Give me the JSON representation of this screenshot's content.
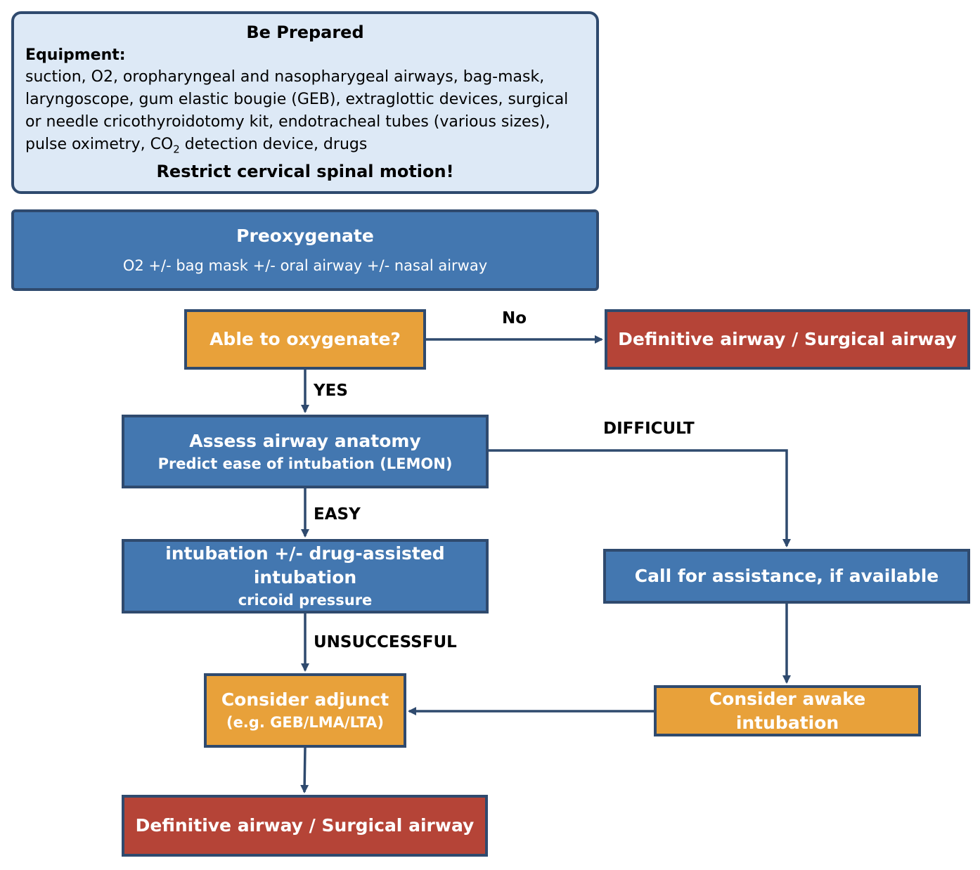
{
  "prepare": {
    "title": "Be Prepared",
    "equipment_heading": "Equipment:",
    "equipment_text_before": "suction, O2, oropharyngeal and nasopharygeal airways, bag-mask, laryngoscope, gum elastic bougie (GEB), extraglottic devices, surgical or needle cricothyroidotomy kit, endotracheal tubes (various sizes), pulse oximetry, CO",
    "equipment_subscript": "2",
    "equipment_text_after": " detection device, drugs",
    "warning": "Restrict cervical spinal motion!"
  },
  "preoxygenate": {
    "title": "Preoxygenate",
    "detail": "O2 +/- bag mask +/- oral airway +/- nasal airway"
  },
  "oxygenate_question": "Able to oxygenate?",
  "definitive_top": "Definitive airway / Surgical airway",
  "assess": {
    "title": "Assess airway anatomy",
    "detail": "Predict ease of intubation (LEMON)"
  },
  "intubation": {
    "title": "intubation +/- drug-assisted intubation",
    "detail": "cricoid pressure"
  },
  "adjunct": {
    "title": "Consider adjunct",
    "detail": "(e.g. GEB/LMA/LTA)"
  },
  "definitive_bottom": "Definitive airway / Surgical airway",
  "call_assistance": "Call for assistance, if available",
  "awake_intubation": "Consider awake intubation",
  "edge_labels": {
    "no": "No",
    "yes": "YES",
    "difficult": "DIFFICULT",
    "easy": "EASY",
    "unsuccessful": "UNSUCCESSFUL"
  },
  "colors": {
    "blue": "#4377b0",
    "orange": "#e8a13a",
    "red": "#b54437",
    "light_blue": "#dde9f6",
    "border": "#2f4a6e"
  }
}
